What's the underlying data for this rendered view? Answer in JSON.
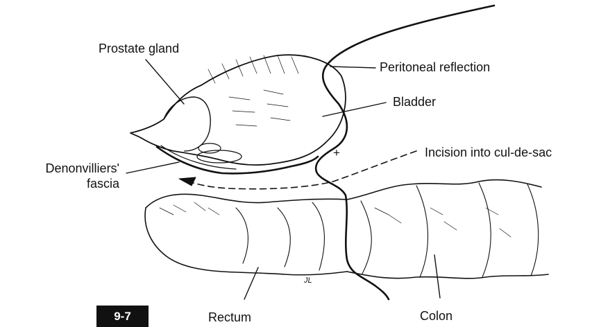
{
  "figure": {
    "number": "9-7",
    "plus_mark": "+",
    "signature": "JL"
  },
  "labels": {
    "prostate": "Prostate gland",
    "peritoneal": "Peritoneal reflection",
    "bladder": "Bladder",
    "incision": "Incision into cul-de-sac",
    "denonvilliers_1": "Denonvilliers'",
    "denonvilliers_2": "fascia",
    "rectum": "Rectum",
    "colon": "Colon"
  },
  "colors": {
    "ink": "#111111",
    "tab_bg": "#111111",
    "tab_text": "#ffffff"
  }
}
